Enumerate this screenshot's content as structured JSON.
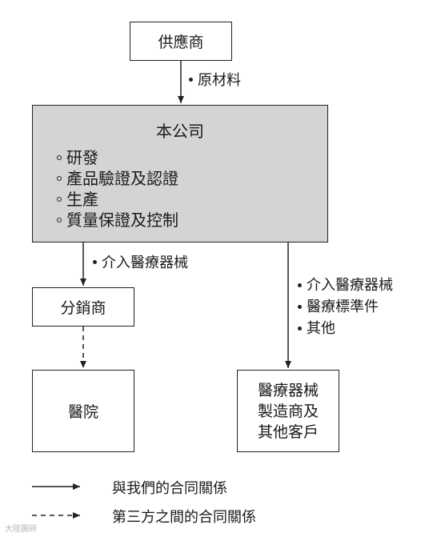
{
  "nodes": {
    "supplier": "供應商",
    "company": {
      "title": "本公司",
      "functions": [
        "研發",
        "產品驗證及認證",
        "生產",
        "質量保證及控制"
      ]
    },
    "distributor": "分銷商",
    "hospital": "醫院",
    "manufacturer": [
      "醫療器械",
      "製造商及",
      "其他客戶"
    ]
  },
  "edges": {
    "supplier_to_company": [
      "原材料"
    ],
    "company_to_distributor": [
      "介入醫療器械"
    ],
    "company_to_manufacturer": [
      "介入醫療器械",
      "醫療標準件",
      "其他"
    ]
  },
  "legend": {
    "solid": "與我們的合同關係",
    "dashed": "第三方之間的合同關係"
  },
  "watermark": "大陸圖研"
}
